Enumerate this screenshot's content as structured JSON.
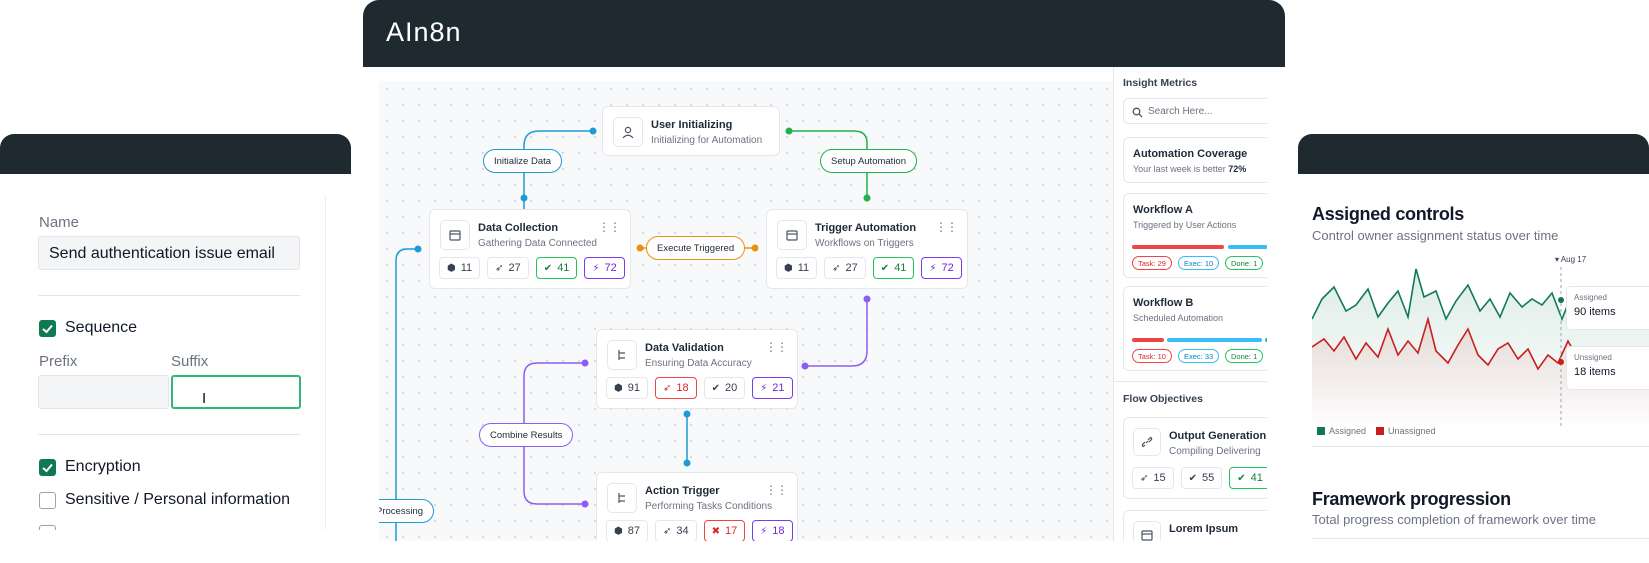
{
  "center": {
    "brand": "AIn8n"
  },
  "left_form": {
    "name_label": "Name",
    "name_value": "Send authentication issue email",
    "sequence_label": "Sequence",
    "prefix_label": "Prefix",
    "suffix_label": "Suffix",
    "prefix_value": "",
    "suffix_value": "",
    "encryption_label": "Encryption",
    "sensitive_label": "Sensitive / Personal information",
    "sequence_checked": true,
    "encryption_checked": true,
    "sensitive_checked": false
  },
  "workflow": {
    "nodes": {
      "user_init": {
        "title": "User Initializing",
        "subtitle": "Initializing for Automation"
      },
      "data_collection": {
        "title": "Data Collection",
        "subtitle": "Gathering Data Connected",
        "stats": {
          "a": "11",
          "b": "27",
          "c": "41",
          "d": "72"
        }
      },
      "trigger_automation": {
        "title": "Trigger Automation",
        "subtitle": "Workflows on Triggers",
        "stats": {
          "a": "11",
          "b": "27",
          "c": "41",
          "d": "72"
        }
      },
      "data_validation": {
        "title": "Data Validation",
        "subtitle": "Ensuring Data Accuracy",
        "stats": {
          "a": "91",
          "b": "18",
          "c": "20",
          "d": "21"
        }
      },
      "action_trigger": {
        "title": "Action Trigger",
        "subtitle": "Performing Tasks Conditions",
        "stats": {
          "a": "87",
          "b": "34",
          "c": "17",
          "d": "18"
        }
      }
    },
    "edge_labels": {
      "initialize_data": "Initialize Data",
      "setup_automation": "Setup Automation",
      "execute_triggered": "Execute Triggered",
      "combine_results": "Combine Results",
      "act_processing": "ct Processing"
    },
    "edge_colors": {
      "blue": "#1e9bd7",
      "green": "#22b14c",
      "orange": "#e8920c",
      "purple": "#8b5cf6"
    }
  },
  "panel": {
    "insight_title": "Insight Metrics",
    "search_placeholder": "Search Here...",
    "coverage": {
      "title": "Automation Coverage",
      "subtitle_prefix": "Your last week is better ",
      "subtitle_value": "72%"
    },
    "workflow_a": {
      "title": "Workflow A",
      "subtitle": "Triggered by User Actions",
      "chips": {
        "task": "Task: 29",
        "exec": "Exec: 10",
        "done": "Done: 1"
      }
    },
    "workflow_b": {
      "title": "Workflow B",
      "subtitle": "Scheduled Automation",
      "chips": {
        "task": "Task: 10",
        "exec": "Exec: 33",
        "done": "Done: 1"
      }
    },
    "objectives_title": "Flow Objectives",
    "output": {
      "title": "Output Generation",
      "subtitle": "Compiling Delivering",
      "stats": {
        "a": "15",
        "b": "55",
        "c": "41"
      }
    },
    "lorem": {
      "title": "Lorem Ipsum"
    }
  },
  "right_card": {
    "title": "Assigned controls",
    "subtitle": "Control owner assignment status over time",
    "marker_date": "Aug 17",
    "tooltip_assigned_label": "Assigned",
    "tooltip_assigned_value": "90 items",
    "tooltip_unassigned_label": "Unssigned",
    "tooltip_unassigned_value": "18 items",
    "legend_assigned": "Assigned",
    "legend_unassigned": "Unassigned",
    "assigned_color": "#0f7a52",
    "unassigned_color": "#c81e1e",
    "framework_title": "Framework progression",
    "framework_subtitle": "Total progress completion of framework over time"
  }
}
